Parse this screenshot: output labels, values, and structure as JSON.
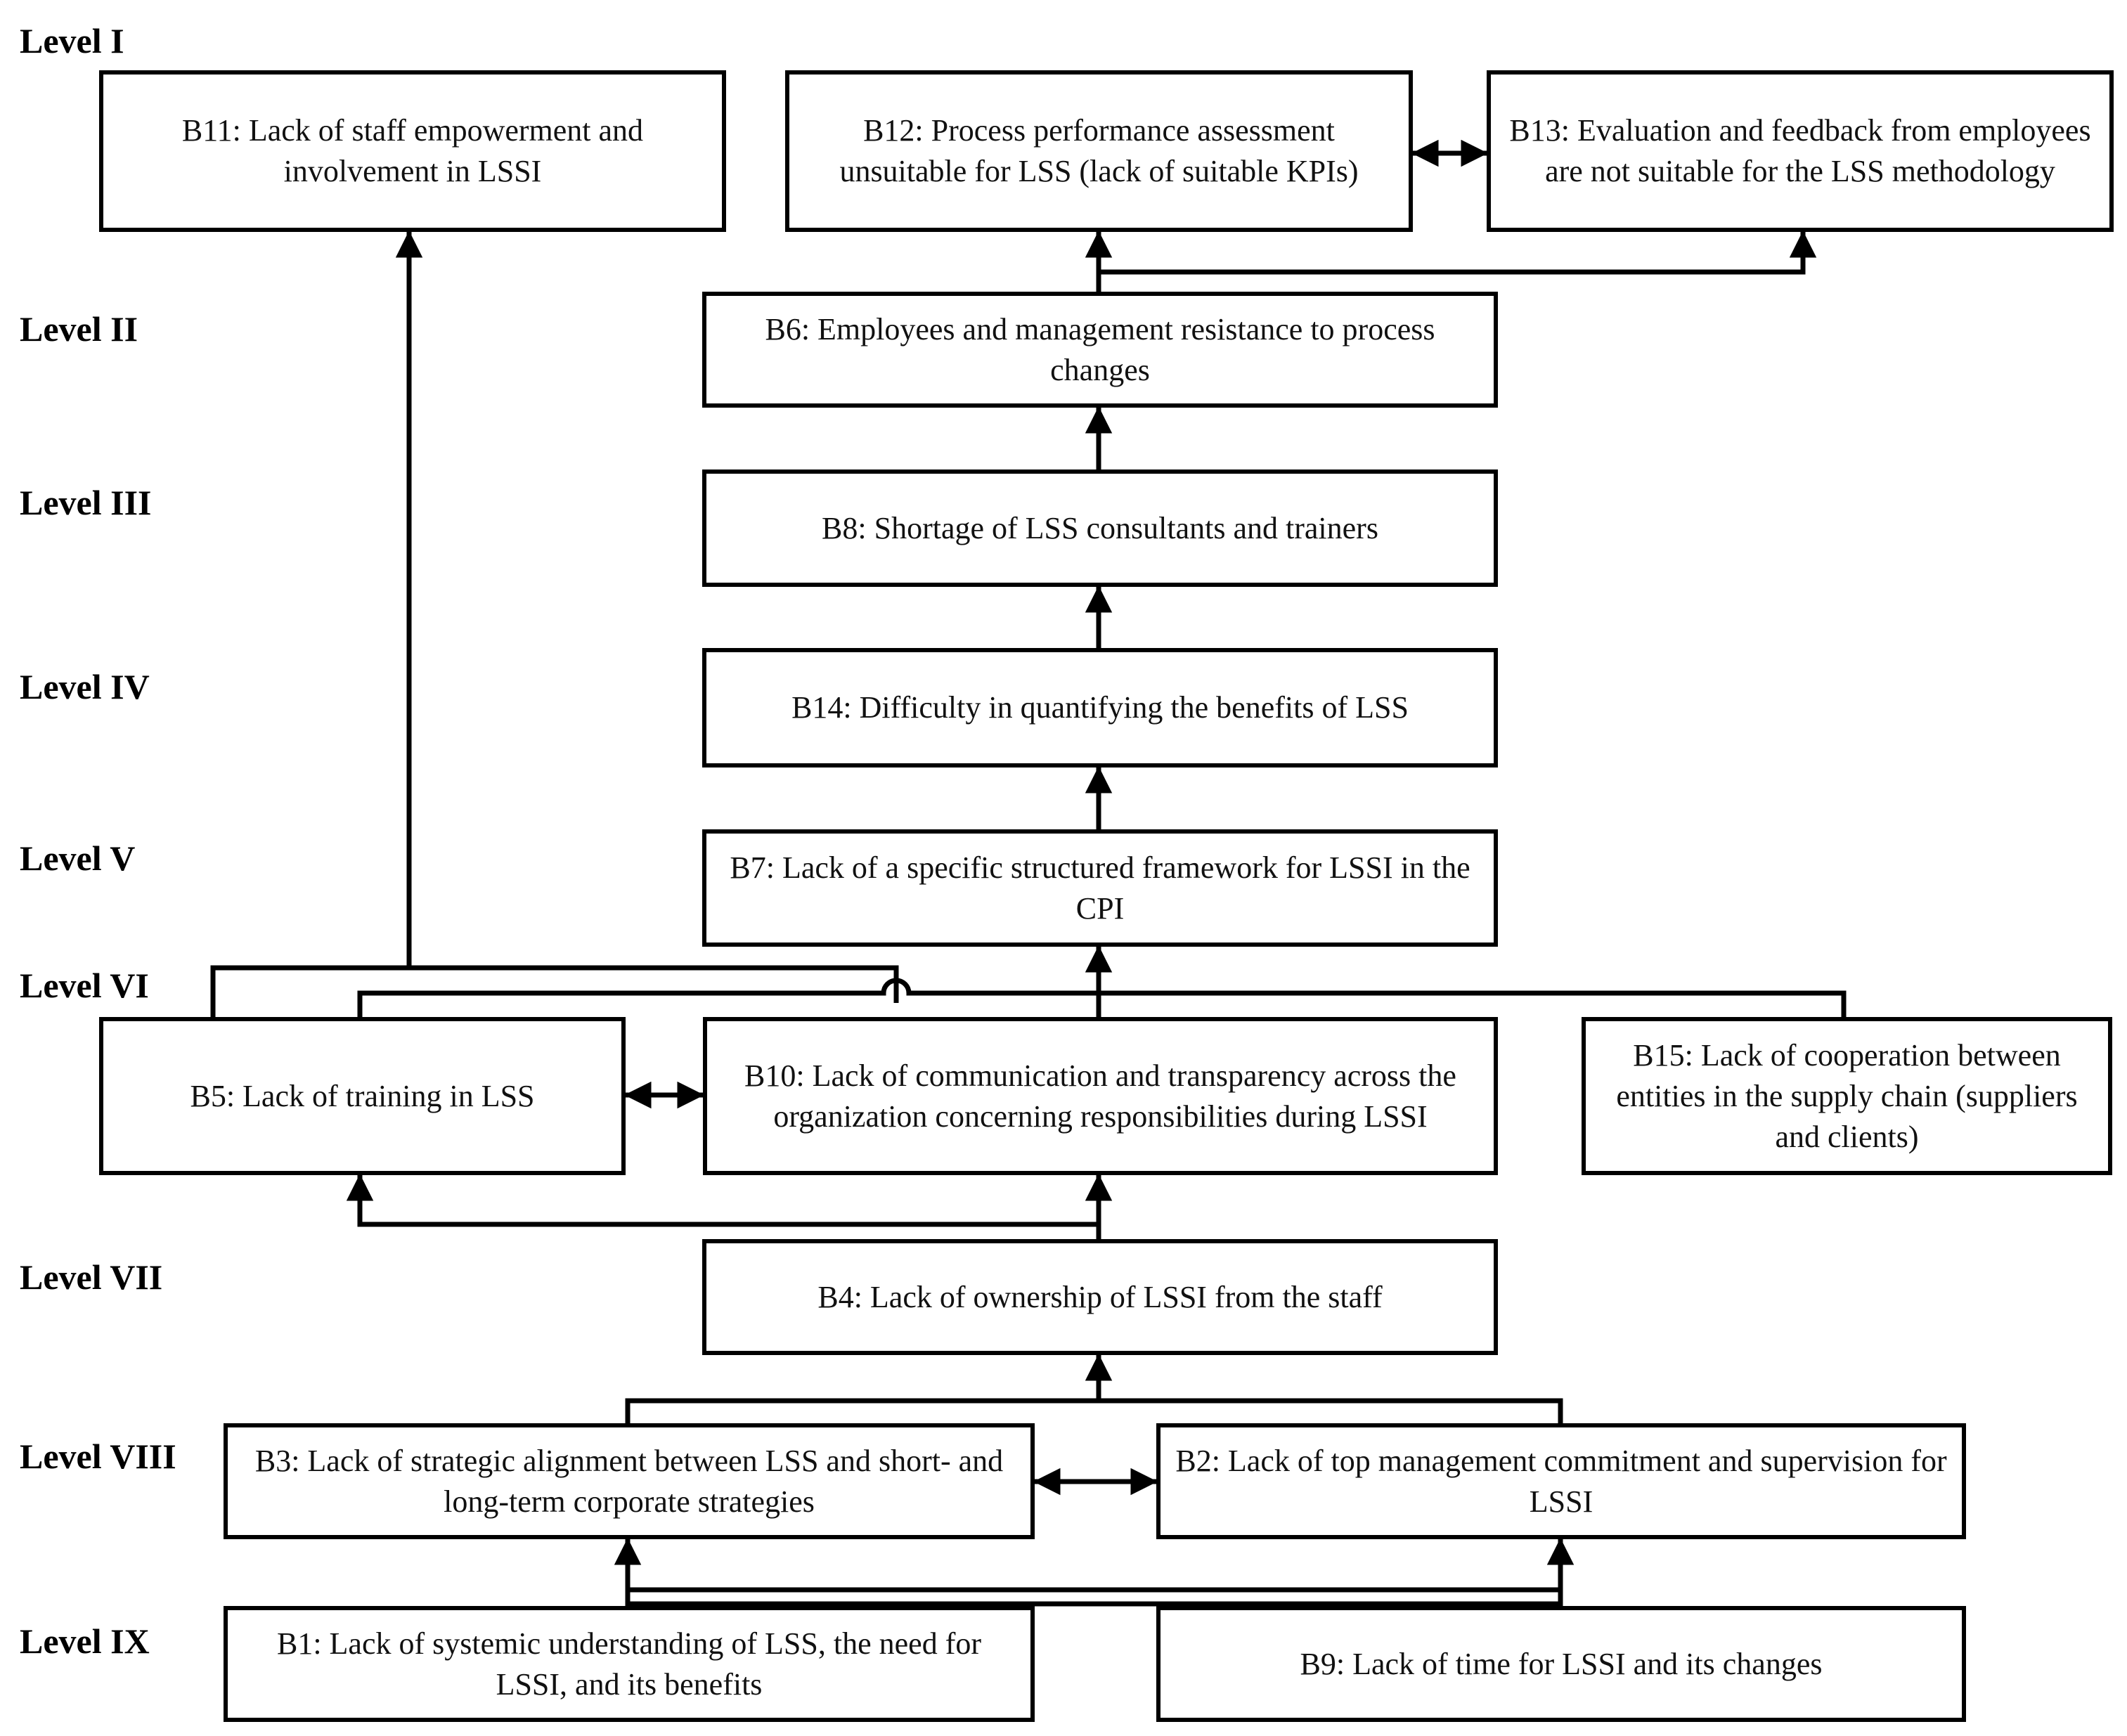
{
  "colors": {
    "stroke": "#000000",
    "text": "#111111",
    "background": "#ffffff"
  },
  "levels": {
    "l1": "Level I",
    "l2": "Level II",
    "l3": "Level III",
    "l4": "Level IV",
    "l5": "Level V",
    "l6": "Level VI",
    "l7": "Level VII",
    "l8": "Level VIII",
    "l9": "Level IX"
  },
  "nodes": {
    "b11": "B11: Lack of staff empowerment and involvement in LSSI",
    "b12": "B12: Process performance assessment unsuitable for LSS (lack of suitable KPIs)",
    "b13": "B13: Evaluation and feedback from employees are not suitable for the LSS methodology",
    "b6": "B6: Employees and management resistance to process changes",
    "b8": "B8: Shortage of LSS consultants and trainers",
    "b14": "B14: Difficulty in quantifying the benefits of LSS",
    "b7": "B7: Lack of a specific structured framework for LSSI in the CPI",
    "b5": "B5: Lack of training in LSS",
    "b10": "B10: Lack of communication and transparency across the organization concerning responsibilities during LSSI",
    "b15": "B15: Lack of cooperation between entities in the supply chain (suppliers and clients)",
    "b4": "B4: Lack of ownership of LSSI from the staff",
    "b3": "B3: Lack of strategic alignment between LSS and short- and long-term corporate strategies",
    "b2": "B2: Lack of top management commitment and supervision for LSSI",
    "b1": "B1: Lack of systemic understanding of LSS, the need for LSSI, and its benefits",
    "b9": "B9: Lack of time for LSSI and its changes"
  }
}
